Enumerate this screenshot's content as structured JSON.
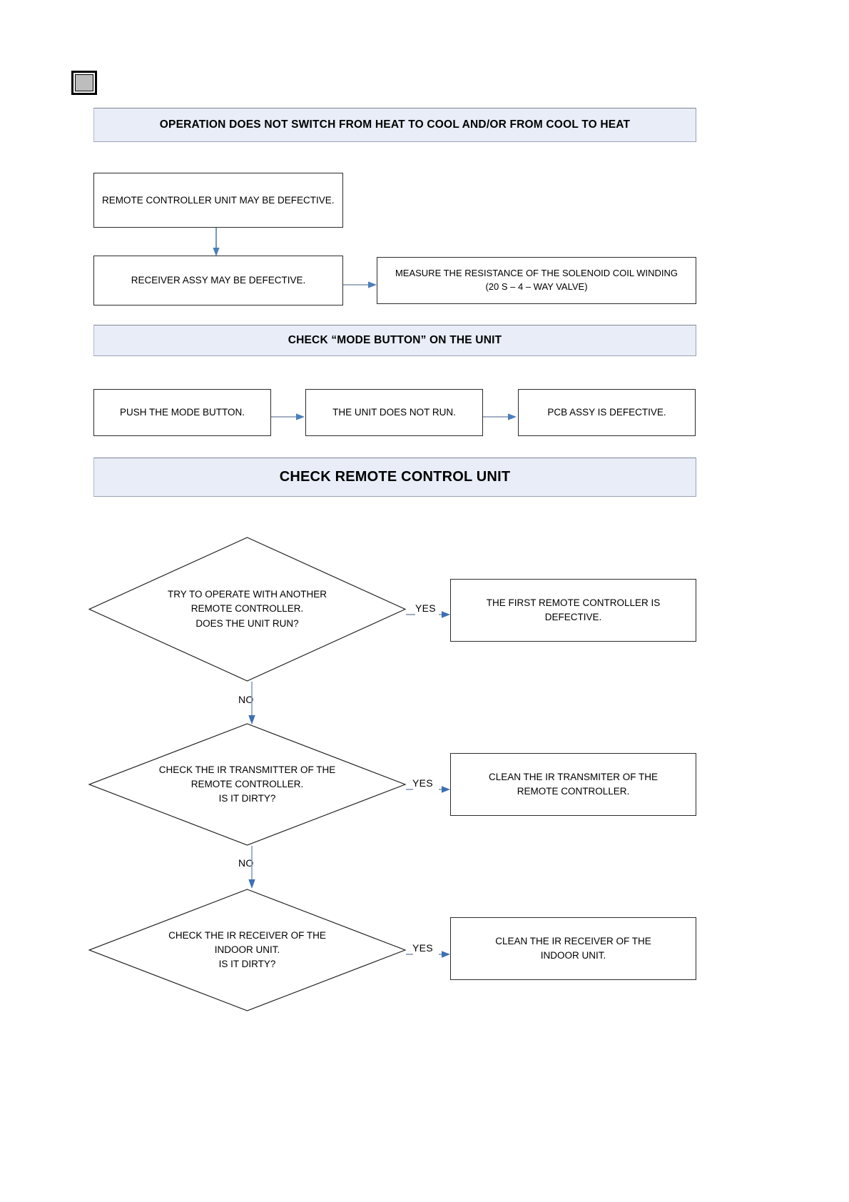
{
  "page": {
    "icon_name": "page-marker-icon",
    "arrow_color": "#4a7ebb",
    "banner_bg": "#e8edf7",
    "banner_border": "#9aa3b4"
  },
  "banners": {
    "main": "OPERATION DOES NOT SWITCH FROM HEAT TO COOL AND/OR FROM COOL TO HEAT",
    "mode_button": "CHECK “MODE BUTTON” ON THE UNIT",
    "remote_control": "CHECK REMOTE CONTROL UNIT"
  },
  "section_remote": {
    "box_remote_controller": "REMOTE CONTROLLER UNIT MAY BE DEFECTIVE.",
    "box_receiver_assy": "RECEIVER ASSY MAY BE DEFECTIVE.",
    "box_measure_line1": "MEASURE THE RESISTANCE OF THE SOLENOID COIL WINDING",
    "box_measure_line2": "(20 S – 4 – WAY VALVE)"
  },
  "section_mode": {
    "box_push_mode": "PUSH THE MODE BUTTON.",
    "box_unit_not_run": "THE UNIT DOES NOT RUN.",
    "box_pcb_defective": "PCB ASSY IS DEFECTIVE."
  },
  "section_decisions": {
    "diamond_another": {
      "line1": "TRY TO OPERATE WITH ANOTHER",
      "line2": "REMOTE CONTROLLER.",
      "line3": "DOES THE UNIT RUN?",
      "yes_label": "YES",
      "no_label": "NO",
      "yes_result_line1": "THE FIRST REMOTE CONTROLLER IS",
      "yes_result_line2": "DEFECTIVE."
    },
    "diamond_ir_transmitter": {
      "line1": "CHECK THE IR TRANSMITTER OF THE",
      "line2": "REMOTE CONTROLLER.",
      "line3": "IS IT DIRTY?",
      "yes_label": "YES",
      "no_label": "NO",
      "yes_result_line1": "CLEAN THE IR TRANSMITER OF THE",
      "yes_result_line2": "REMOTE CONTROLLER."
    },
    "diamond_ir_receiver": {
      "line1": "CHECK THE IR RECEIVER OF THE",
      "line2": "INDOOR UNIT.",
      "line3": "IS IT DIRTY?",
      "yes_label": "YES",
      "yes_result_line1": "CLEAN THE IR RECEIVER OF THE",
      "yes_result_line2": "INDOOR UNIT."
    }
  }
}
